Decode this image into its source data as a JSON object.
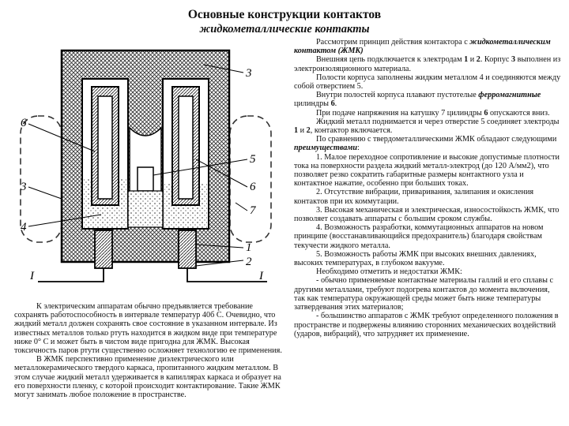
{
  "header": {
    "title": "Основные конструкции контактов",
    "subtitle": "жидкометаллические контакты"
  },
  "figure": {
    "labels": {
      "c3_top": "3",
      "c6_left": "6",
      "c3_left": "3",
      "c4_left": "4",
      "c5_right": "5",
      "c6_right": "6",
      "c7_right": "7",
      "c1_right": "1",
      "c2_right": "2",
      "l_left": "I",
      "l_right": "I"
    }
  },
  "right_text": {
    "p1": "Рассмотрим принцип действия контактора с",
    "p1_bold": "жидкометаллическим контактом (ЖМК)",
    "p2a": "Внешняя цепь подключается к электродам",
    "p2_b1": "1",
    "p2_and": "и",
    "p2_b2": "2",
    "p2b": ". Корпус",
    "p2_b3": "3",
    "p2c": "выполнен из электроизоляционного материала.",
    "p3": "Полости корпуса заполнены жидким металлом 4 и соединяются между собой отверстием 5.",
    "p4a": "Внутри полостей корпуса плавают пустотелые",
    "p4_bold": "ферромагнитные",
    "p4b": "цилиндры",
    "p4_b2": "6",
    "p4c": ".",
    "p5a": "При подаче напряжения на катушку 7 цилиндры",
    "p5_b": "6",
    "p5b": "опускаются вниз.",
    "p6a": "Жидкий металл поднимается и через отверстие 5 соединяет электроды",
    "p6_b1": "1",
    "p6_and": "и",
    "p6_b2": "2",
    "p6b": ", контактор включается.",
    "p7a": "По сравнению с твердометаллическими ЖМК обладают следующими",
    "p7_bi": "преимуществами",
    "p7b": ":",
    "p8": "1. Малое переходное сопротивление и высокие допустимые плотности тока на поверхности раздела жидкий металл-электрод (до 120 А/мм2), что позволяет резко сократить габаритные размеры контактного узла и контактное нажатие, особенно при больших токах.",
    "p9": "2. Отсутствие вибрации, приваривания, залипания и окисления контактов при их коммутации.",
    "p10": "3. Высокая механическая и электрическая, износостойкость ЖМК, что позволяет создавать аппараты с большим сроком службы.",
    "p11": "4. Возможность разработки, коммутационных аппаратов на новом принципе (восстанавливающийся предохранитель) благодаря свойствам текучести жидкого металла.",
    "p12": "5. Возможность работы ЖМК при высоких внешних давлениях, высоких температурах, в глубоком вакууме.",
    "p13": "Необходимо отметить и недостатки ЖМК:",
    "p14": "- обычно применяемые контактные материалы галлий и его сплавы с другими металлами, требуют подогрева контактов до момента включения, так как температура окружающей среды может быть ниже температуры затвердевания этих материалов;",
    "p15": "- большинство аппаратов с ЖМК требуют определенного положения в пространстве и подвержены влиянию сторонних механических воздействий (ударов, вибраций), что затрудняет их применение."
  },
  "left_text": {
    "p1": "К электрическим аппаратам обычно предъявляется требование сохранять работоспособность в интервале температур 40б С. Очевидно, что жидкий металл должен сохранять свое состояние в указанном интервале. Из известных металлов только ртуть находится в жидком виде при температуре ниже 0° С и может быть в чистом виде пригодна для ЖМК. Высокая токсичность паров ртути существенно осложняет технологию ее применения.",
    "p2": "В ЖМК перспективно применение диэлектрического или металлокерамического твердого каркаса, пропитанного жидким металлом. В этом случае жидкий металл удерживается в капиллярах каркаса и образует на его поверхности пленку, с которой происходит контактирование. Такие ЖМК могут занимать любое положение в пространстве."
  }
}
